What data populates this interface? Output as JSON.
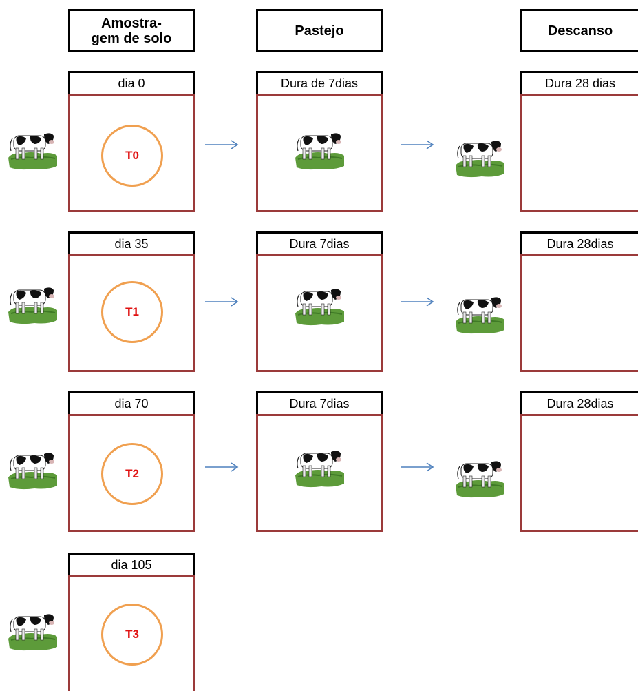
{
  "headers": {
    "sampling": [
      "Amostra-",
      "gem de solo"
    ],
    "grazing": "Pastejo",
    "rest": "Descanso"
  },
  "rows": [
    {
      "day_label": "dia 0",
      "treatment": "T0",
      "grazing_label": "Dura de 7dias",
      "rest_label": "Dura 28 dias"
    },
    {
      "day_label": "dia 35",
      "treatment": "T1",
      "grazing_label": "Dura 7dias",
      "rest_label": "Dura 28dias"
    },
    {
      "day_label": "dia 70",
      "treatment": "T2",
      "grazing_label": "Dura 7dias",
      "rest_label": "Dura 28dias"
    },
    {
      "day_label": "dia 105",
      "treatment": "T3"
    }
  ],
  "colors": {
    "panel_border": "#9b3a3a",
    "circle_border": "#f0a050",
    "treatment_text": "#e01010",
    "arrow": "#4f81bd"
  },
  "icons": {
    "cow": "cow-on-grass-icon",
    "arrow": "arrow-right-icon"
  }
}
